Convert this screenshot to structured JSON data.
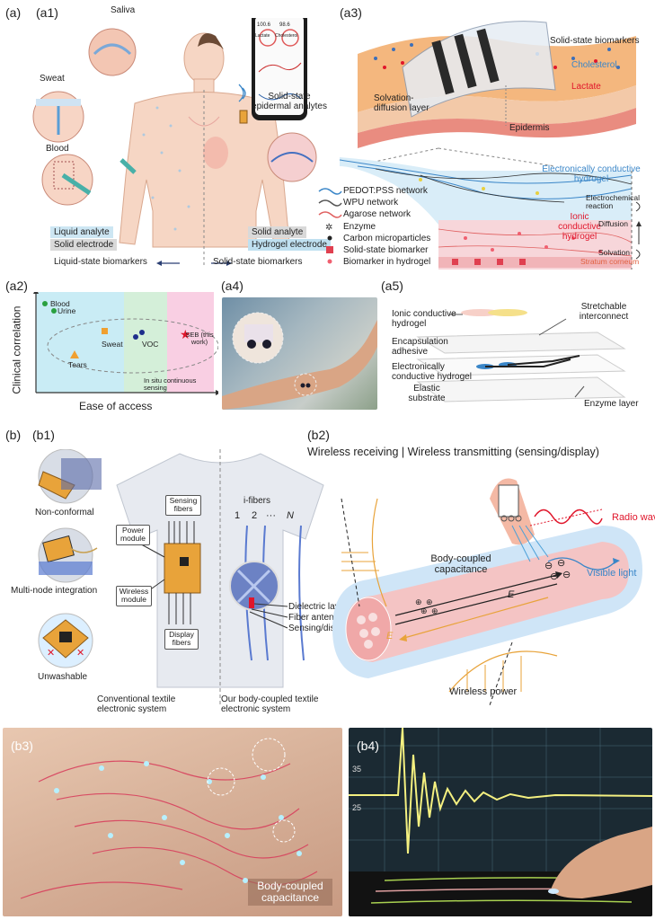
{
  "labels": {
    "a": "(a)",
    "a1": "(a1)",
    "a2": "(a2)",
    "a3": "(a3)",
    "a4": "(a4)",
    "a5": "(a5)",
    "b": "(b)",
    "b1": "(b1)",
    "b2": "(b2)",
    "b3": "(b3)",
    "b4": "(b4)"
  },
  "a1": {
    "saliva": "Saliva",
    "sweat": "Sweat",
    "blood": "Blood",
    "solid_state_epidermal": "Solid-state epidermal analytes",
    "liquid_analyte": "Liquid analyte",
    "solid_electrode": "Solid electrode",
    "solid_analyte": "Solid analyte",
    "hydrogel_electrode": "Hydrogel electrode",
    "liquid_state_biomarkers": "Liquid-state biomarkers",
    "solid_state_biomarkers": "Solid-state biomarkers",
    "phone_values": [
      "100.6",
      "98.6"
    ],
    "phone_captions": [
      "Lactate",
      "Cholesterol"
    ]
  },
  "a3": {
    "solid_state_biomarkers": "Solid-state biomarkers",
    "cholesterol": "Cholesterol",
    "lactate": "Lactate",
    "solvation_diffusion_layer": "Solvation-diffusion layer",
    "epidermis": "Epidermis",
    "electronically_conductive_hydrogel": "Electronically conductive hydrogel",
    "ionic_conductive_hydrogel": "Ionic conductive hydrogel",
    "electrochemical_reaction": "Electrochemical reaction",
    "diffusion": "Diffusion",
    "solvation": "Solvation",
    "stratum_corneum": "Stratum corneum",
    "legend": [
      "PEDOT:PSS network",
      "WPU network",
      "Agarose network",
      "Enzyme",
      "Carbon microparticles",
      "Solid-state biomarker",
      "Biomarker in hydrogel"
    ]
  },
  "a2": {
    "ylabel": "Clinical correlation",
    "xlabel": "Ease of access",
    "points": [
      "Blood",
      "Urine",
      "Sweat",
      "Tears",
      "VOC",
      "SEB (this work)"
    ],
    "zone_label": "In situ continuous sensing"
  },
  "a5": {
    "ionic_conductive_hydrogel": "Ionic conductive hydrogel",
    "stretchable_interconnect": "Stretchable interconnect",
    "encapsulation_adhesive": "Encapsulation adhesive",
    "electronically_conductive_hydrogel": "Electronically conductive hydrogel",
    "elastic_substrate": "Elastic substrate",
    "enzyme_layer": "Enzyme layer"
  },
  "b1": {
    "non_conformal": "Non-conformal",
    "multi_node": "Multi-node integration",
    "unwashable": "Unwashable",
    "sensing_fibers": "Sensing fibers",
    "power_module": "Power module",
    "wireless_module": "Wireless module",
    "display_fibers": "Display fibers",
    "i_fibers": "i-fibers",
    "fiber_numbers": [
      "1",
      "2",
      "···",
      "N"
    ],
    "dielectric_layer": "Dielectric layer",
    "fiber_antenna": "Fiber antenna",
    "sensing_display_layer": "Sensing/display layer",
    "conventional": "Conventional textile electronic system",
    "ours": "Our body-coupled textile electronic system"
  },
  "b2": {
    "title": "Wireless receiving | Wireless transmitting (sensing/display)",
    "radio_wave": "Radio wave",
    "visible_light": "Visible light",
    "body_coupled_capacitance": "Body-coupled capacitance",
    "wireless_power": "Wireless power",
    "field_in": "E",
    "field_out": "E"
  },
  "b3": {
    "caption": "Body-coupled capacitance"
  },
  "b4": {
    "axis_ticks": [
      "35",
      "25"
    ]
  },
  "colors": {
    "liquid_blue": "#cde6f3",
    "solid_grey": "#d9d9d9",
    "hydrogel_blue": "#bfe0f0",
    "a2_blue": "#c9ecf5",
    "a2_green": "#d4efd9",
    "a2_pink": "#f9cfe3",
    "accent_red": "#e0162b",
    "accent_blue": "#3a86c8",
    "orange": "#f0a030"
  }
}
